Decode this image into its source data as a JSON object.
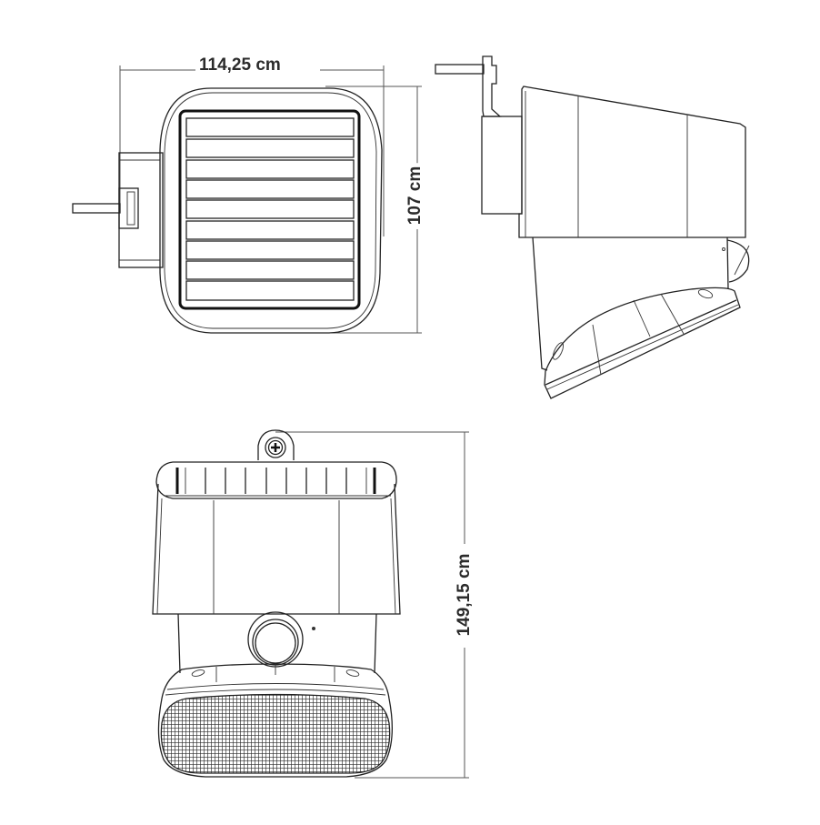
{
  "figure": {
    "type": "technical-dimension-drawing",
    "subject": "solar-powered wall light",
    "line_color": "#222222",
    "background": "#ffffff",
    "views": [
      {
        "name": "top-view",
        "description": "solar panel with 9 horizontal cells, wall bracket on left"
      },
      {
        "name": "side-view",
        "description": "housing side profile with bracket and angled lamp head"
      },
      {
        "name": "front-view",
        "description": "front with mounting screw, panel edge, motion sensor, and mesh lamp head"
      }
    ]
  },
  "dimensions": {
    "width": {
      "label": "114,25 cm",
      "orientation": "horizontal"
    },
    "depth": {
      "label": "107 cm",
      "orientation": "vertical"
    },
    "height": {
      "label": "149,15 cm",
      "orientation": "vertical"
    }
  },
  "top_view": {
    "panel_cells": 9
  },
  "front_view": {
    "fins": 10,
    "screw_glyph": "⊕"
  }
}
